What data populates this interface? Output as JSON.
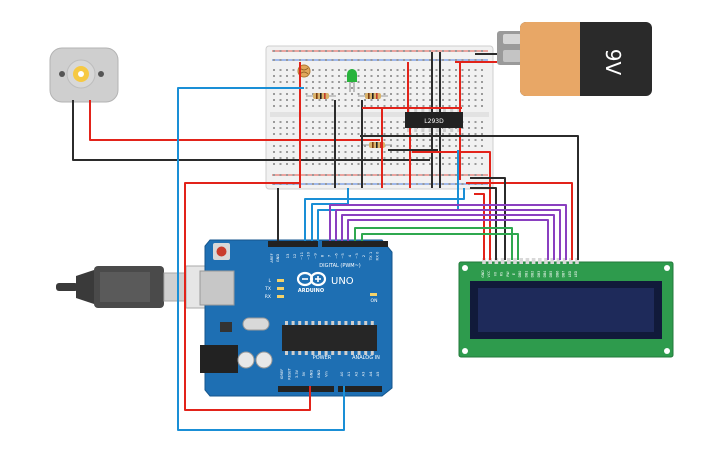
{
  "battery": {
    "label": "9V"
  },
  "driver_ic": {
    "label": "L293D"
  },
  "arduino": {
    "model": "UNO",
    "brand": "ARDUINO",
    "digital_header": "DIGITAL (PWM~)",
    "power_header": "POWER",
    "analog_header": "ANALOG IN",
    "label_aref": "AREF",
    "label_gnd": "GND",
    "label_tx": "TX",
    "label_rx": "RX",
    "label_l": "L",
    "label_on": "ON",
    "digital_pins": [
      "13",
      "12",
      "~11",
      "~10",
      "~9",
      "8",
      "7",
      "~6",
      "~5",
      "4",
      "~3",
      "2",
      "TX 1",
      "RX 0"
    ],
    "power_pins": [
      "IOREF",
      "RESET",
      "3.3V",
      "5V",
      "GND",
      "GND",
      "Vin"
    ],
    "analog_pins": [
      "A0",
      "A1",
      "A2",
      "A3",
      "A4",
      "A5"
    ]
  },
  "lcd": {
    "pins": [
      "GND",
      "VCC",
      "V0",
      "RS",
      "RW",
      "E",
      "DB0",
      "DB1",
      "DB2",
      "DB3",
      "DB4",
      "DB5",
      "DB6",
      "DB7",
      "LED",
      "LED"
    ]
  },
  "colors": {
    "wire_red": "#e2231a",
    "wire_black": "#2b2b2b",
    "wire_blue": "#1a8fd6",
    "wire_purple": "#8a3fc0",
    "wire_green": "#2fa84f",
    "arduino_board": "#1e6fb3",
    "lcd_board": "#2e9b4d",
    "lcd_screen": "#1e2a5a",
    "breadboard": "#f1f1f1",
    "battery_orange": "#e8a766",
    "led_green": "#28b33c"
  }
}
